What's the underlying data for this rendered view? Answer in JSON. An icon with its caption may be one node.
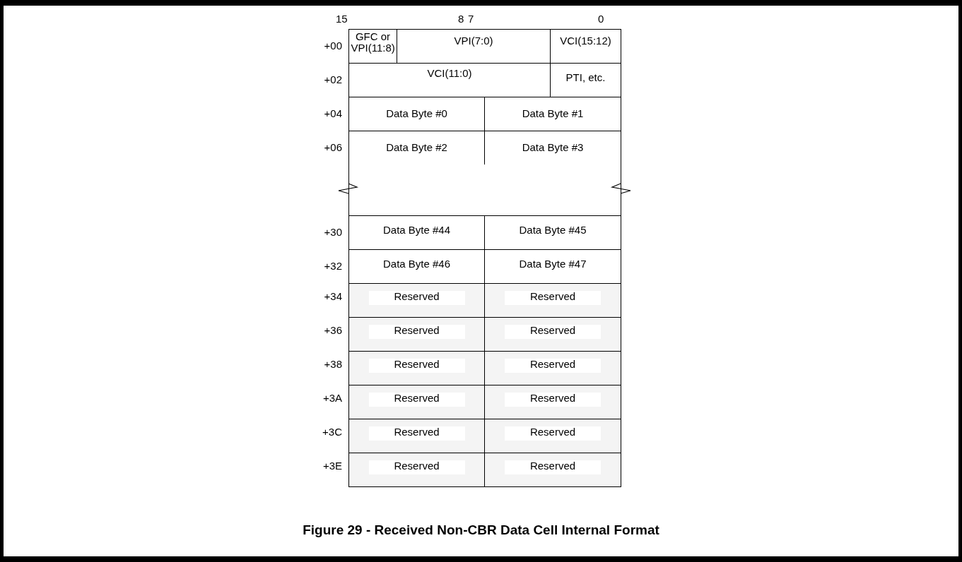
{
  "diagram": {
    "caption": "Figure 29 - Received Non-CBR Data Cell Internal Format",
    "nodes": [
      {
        "text": [
          "GFC or VPI(11:8)"
        ]
      },
      {
        "text": [
          "VPI(7:0)"
        ]
      },
      {
        "text": [
          "VCI(15:12)"
        ]
      },
      {
        "text": [
          "VCI(11:0)"
        ]
      },
      {
        "text": [
          "PTI, etc."
        ]
      },
      {
        "text": [
          "Data Byte #0"
        ]
      },
      {
        "text": [
          "Data Byte #1"
        ]
      },
      {
        "text": [
          "Data Byte #2"
        ]
      },
      {
        "text": [
          "Data Byte #3"
        ]
      },
      {
        "text": [],
        "shape": "box"
      },
      {
        "text": [
          "Data Byte #44"
        ]
      },
      {
        "text": [
          "Data Byte #45"
        ]
      },
      {
        "text": [
          "Data Byte #46"
        ]
      },
      {
        "text": [
          "Data Byte #47"
        ]
      },
      {
        "text": [
          "Reserved"
        ]
      },
      {
        "text": [
          "Reserved"
        ]
      },
      {
        "text": [
          "Reserved"
        ]
      },
      {
        "text": [
          "Reserved"
        ]
      },
      {
        "text": [
          "Reserved"
        ]
      },
      {
        "text": [
          "Reserved"
        ]
      },
      {
        "text": [
          "Reserved"
        ]
      },
      {
        "text": [
          "Reserved"
        ]
      },
      {
        "text": [
          "Reserved"
        ]
      },
      {
        "text": [
          "Reserved"
        ]
      },
      {
        "text": [
          "Reserved"
        ]
      },
      {
        "text": [
          "Reserved"
        ]
      }
    ],
    "labels": [
      "15",
      "8",
      "7",
      "0",
      "+00",
      "+02",
      "+04",
      "+06",
      "+30",
      "+32",
      "+34",
      "+36",
      "+38",
      "+3A",
      "+3C",
      "+3E"
    ]
  }
}
